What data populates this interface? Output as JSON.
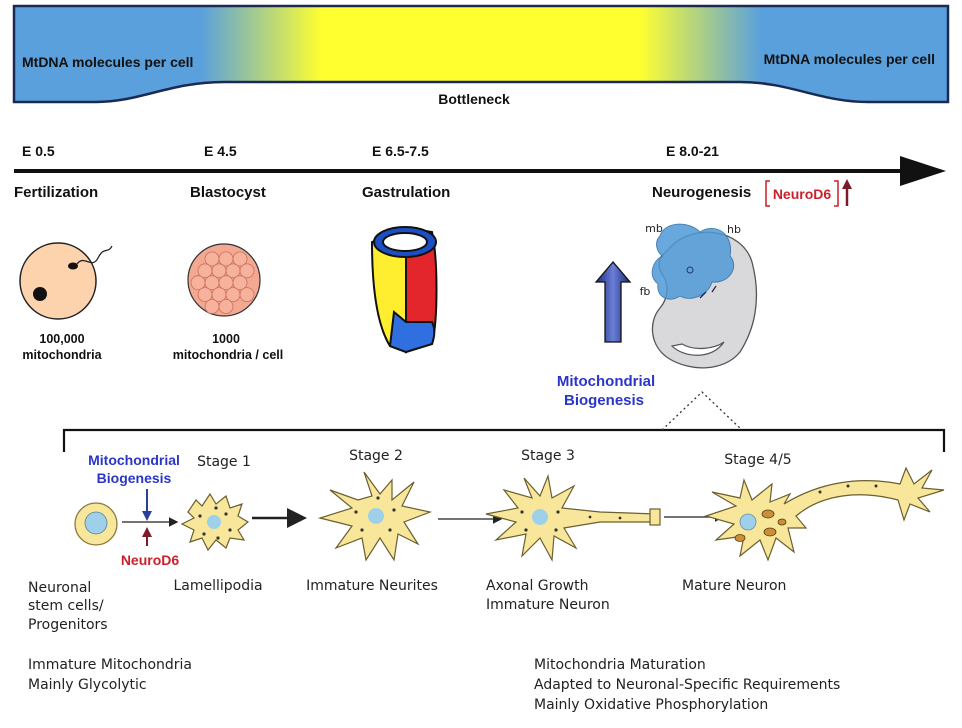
{
  "bottleneck": {
    "left_label": "MtDNA molecules per cell",
    "right_label": "MtDNA molecules per cell",
    "caption": "Bottleneck"
  },
  "timeline": {
    "points": [
      {
        "time": "E 0.5",
        "stage": "Fertilization"
      },
      {
        "time": "E 4.5",
        "stage": "Blastocyst"
      },
      {
        "time": "E 6.5-7.5",
        "stage": "Gastrulation"
      },
      {
        "time": "E 8.0-21",
        "stage": "Neurogenesis"
      }
    ],
    "neurod6_badge": "NeuroD6"
  },
  "cells": {
    "zygote_count": "100,000",
    "zygote_unit": "mitochondria",
    "blastocyst_count": "1000",
    "blastocyst_unit": "mitochondria / cell"
  },
  "embryo_labels": {
    "mb": "mb",
    "hb": "hb",
    "fb": "fb"
  },
  "mito_biogenesis_upper": {
    "line1": "Mitochondrial",
    "line2": "Biogenesis"
  },
  "neuron_panel": {
    "mito_biogenesis": {
      "line1": "Mitochondrial",
      "line2": "Biogenesis"
    },
    "neurod6": "NeuroD6",
    "stages": [
      "Stage 1",
      "Stage 2",
      "Stage 3",
      "Stage 4/5"
    ],
    "progenitor_label": [
      "Neuronal",
      "stem cells/",
      "Progenitors"
    ],
    "stage_captions": [
      [
        "Lamellipodia"
      ],
      [
        "Immature Neurites"
      ],
      [
        "Axonal Growth",
        "Immature Neuron"
      ],
      [
        "Mature Neuron"
      ]
    ],
    "left_notes": [
      "Immature  Mitochondria",
      "Mainly Glycolytic"
    ],
    "right_notes": [
      "Mitochondria Maturation",
      "Adapted to Neuronal-Specific Requirements",
      "Mainly Oxidative Phosphorylation"
    ]
  },
  "colors": {
    "blue": "#5aa0dc",
    "yellow": "#ffff30",
    "red": "#e2262b",
    "biogenesis_blue": "#2a36c8",
    "neurod6_red": "#cc1f2c",
    "cell_cream": "#f8e79a",
    "blasto_pink": "#f3a891",
    "zygote_peach": "#fcd3ad"
  }
}
